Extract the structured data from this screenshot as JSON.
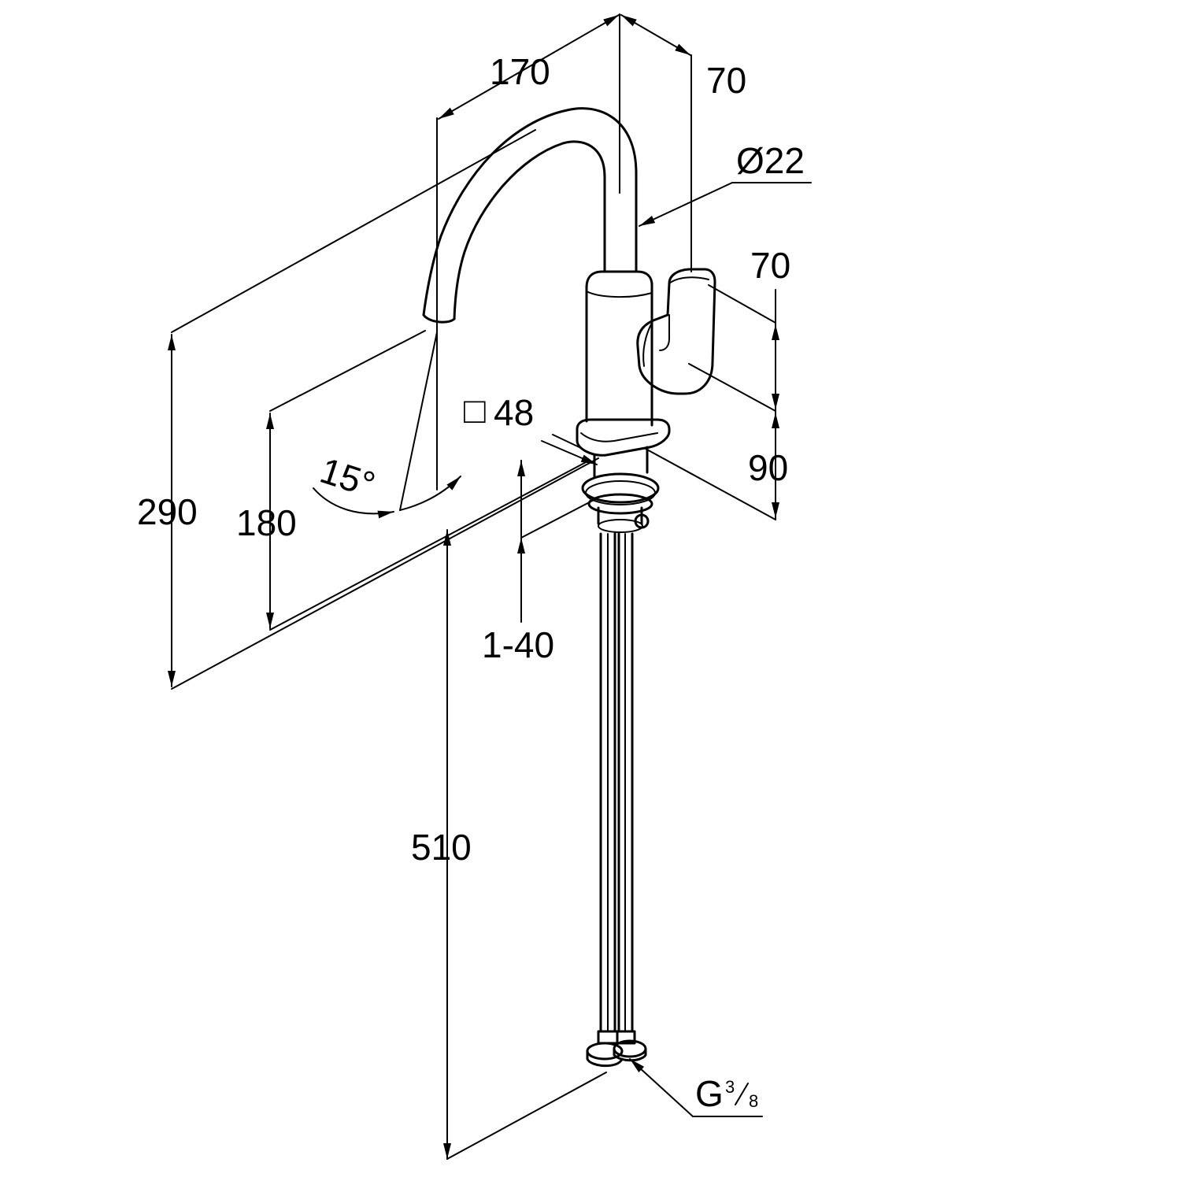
{
  "drawing": {
    "subject": "",
    "dimensions": {
      "spout_reach": "170",
      "body_depth_top": "70",
      "spout_diameter": "Ø22",
      "handle_height": "70",
      "base_to_handle": "90",
      "base_square_symbol": "□",
      "base_square": "48",
      "total_height": "290",
      "spout_outlet_height": "180",
      "swivel_angle": "15°",
      "deck_thickness": "1-40",
      "hose_length": "510",
      "connection_thread_main": "G",
      "connection_thread_fraction_num": "3",
      "connection_thread_fraction_den": "8"
    }
  }
}
